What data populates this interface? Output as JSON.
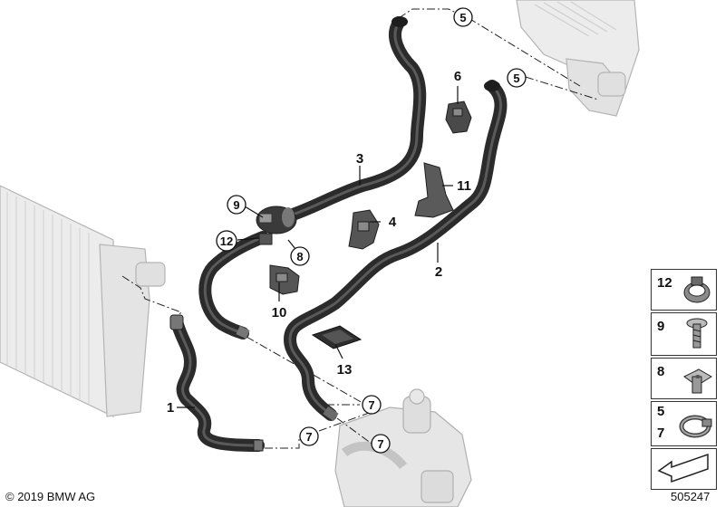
{
  "callouts": {
    "c1": "1",
    "c2": "2",
    "c3": "3",
    "c4": "4",
    "c5a": "5",
    "c5b": "5",
    "c6": "6",
    "c7a": "7",
    "c7b": "7",
    "c7c": "7",
    "c8": "8",
    "c9": "9",
    "c10": "10",
    "c11": "11",
    "c12": "12",
    "c13": "13"
  },
  "legend": [
    {
      "label": "12"
    },
    {
      "label": "9"
    },
    {
      "label": "8"
    },
    {
      "label_top": "5",
      "label_bottom": "7"
    }
  ],
  "footer": {
    "copyright": "© 2019 BMW AG",
    "reference": "505247"
  },
  "colors": {
    "hose": "#2b2b2b",
    "ghost_part": "#d8d8d8",
    "outline": "#9a9a9a"
  }
}
